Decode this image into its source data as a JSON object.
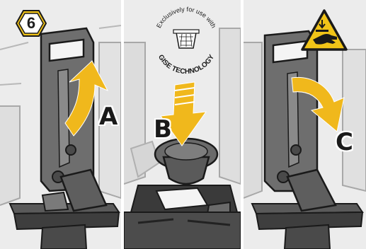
{
  "step": {
    "number": "6"
  },
  "panels": [
    {
      "letter": "A"
    },
    {
      "letter": "B"
    },
    {
      "letter": "C"
    }
  ],
  "seal": {
    "top_text": "Exclusively for use with",
    "bottom_text": "GISE TECHNOLOGY"
  },
  "icons": {
    "step_badge": "hexagon-badge",
    "warning": "hand-crush-warning-icon",
    "capsule": "capsule-icon",
    "arrow_up": "curved-arrow-up-icon",
    "arrow_down": "arrow-down-icon",
    "arrow_close": "curved-arrow-down-icon"
  },
  "colors": {
    "accent_yellow": "#f1c418",
    "arrow_yellow": "#f0b81c",
    "outline": "#1a1a1a",
    "machine_gray": "#6e6e6e",
    "background_gray": "#ececec"
  }
}
